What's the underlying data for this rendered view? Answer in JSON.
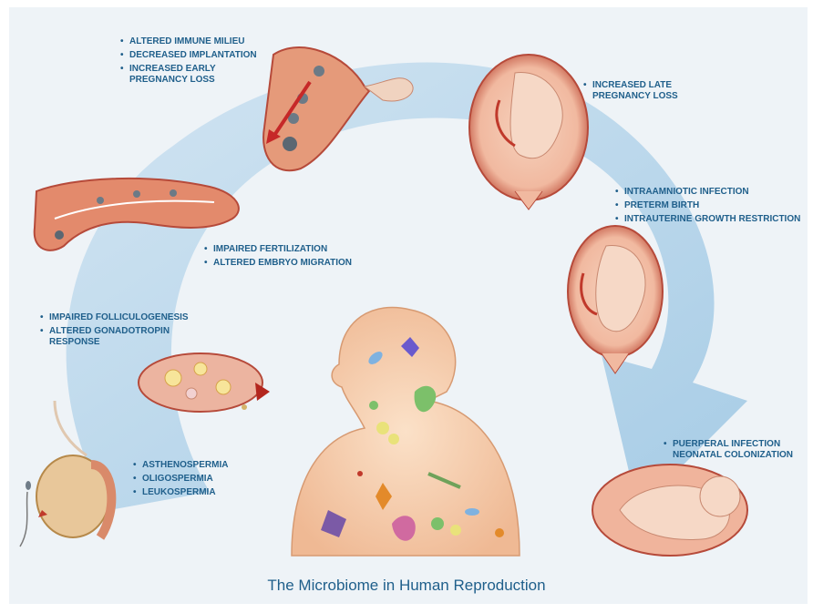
{
  "title": "The Microbiome in Human Reproduction",
  "bullet": "•",
  "callouts": {
    "uterus": [
      "ALTERED IMMUNE MILIEU",
      "DECREASED IMPLANTATION",
      "INCREASED EARLY",
      "PREGNANCY LOSS"
    ],
    "late_pregnancy": [
      "INCREASED LATE",
      "PREGNANCY LOSS"
    ],
    "intraamniotic": [
      "INTRAAMNIOTIC INFECTION",
      "PRETERM BIRTH",
      "INTRAUTERINE GROWTH RESTRICTION"
    ],
    "fallopian": [
      "IMPAIRED FERTILIZATION",
      "ALTERED EMBRYO MIGRATION"
    ],
    "ovary": [
      "IMPAIRED FOLLICULOGENESIS",
      "ALTERED GONADOTROPIN",
      "RESPONSE"
    ],
    "testis": [
      "ASTHENOSPERMIA",
      "OLIGOSPERMIA",
      "LEUKOSPERMIA"
    ],
    "postpartum": [
      "PUERPERAL INFECTION",
      "NEONATAL COLONIZATION"
    ]
  },
  "colors": {
    "text": "#1f5f8b",
    "arrow": "#aacde6",
    "tissue": "#e38a6c",
    "tissue_dark": "#b64a3a",
    "skin": "#f3c6a2",
    "background": "#eef3f7"
  }
}
